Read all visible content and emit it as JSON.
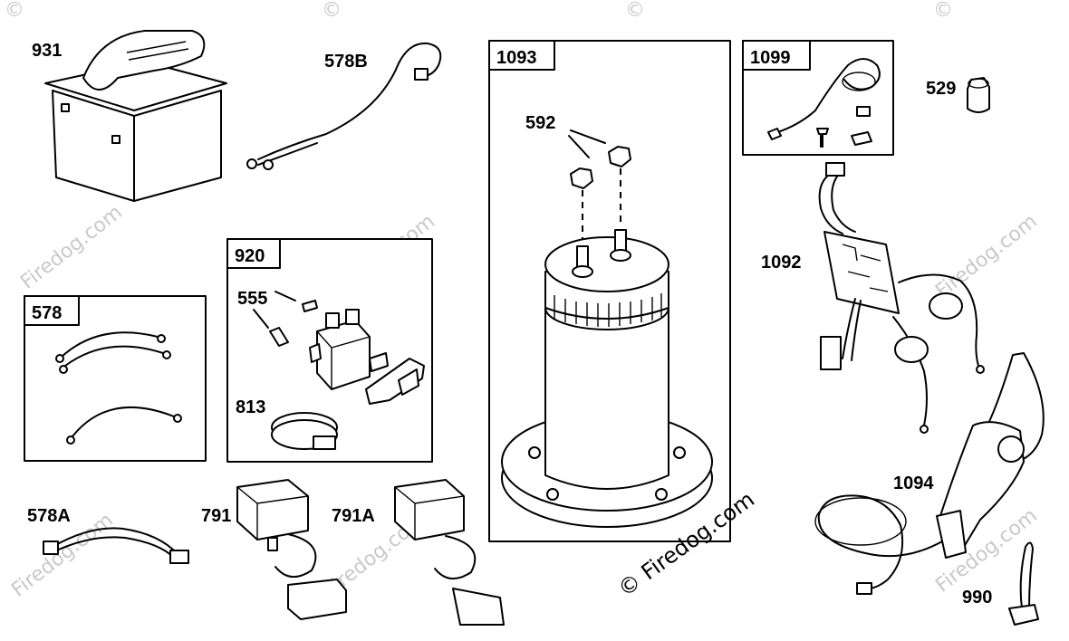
{
  "labels": {
    "p931": "931",
    "p578b": "578B",
    "p1093": "1093",
    "p592": "592",
    "p1099": "1099",
    "p529": "529",
    "p1092": "1092",
    "p920": "920",
    "p555": "555",
    "p813": "813",
    "p578": "578",
    "p578a": "578A",
    "p791": "791",
    "p791a": "791A",
    "p1094": "1094",
    "p990": "990"
  },
  "watermarks": {
    "brand": "Firedog.com",
    "copyright": "©",
    "copyright_brand": "© Firedog.com"
  }
}
